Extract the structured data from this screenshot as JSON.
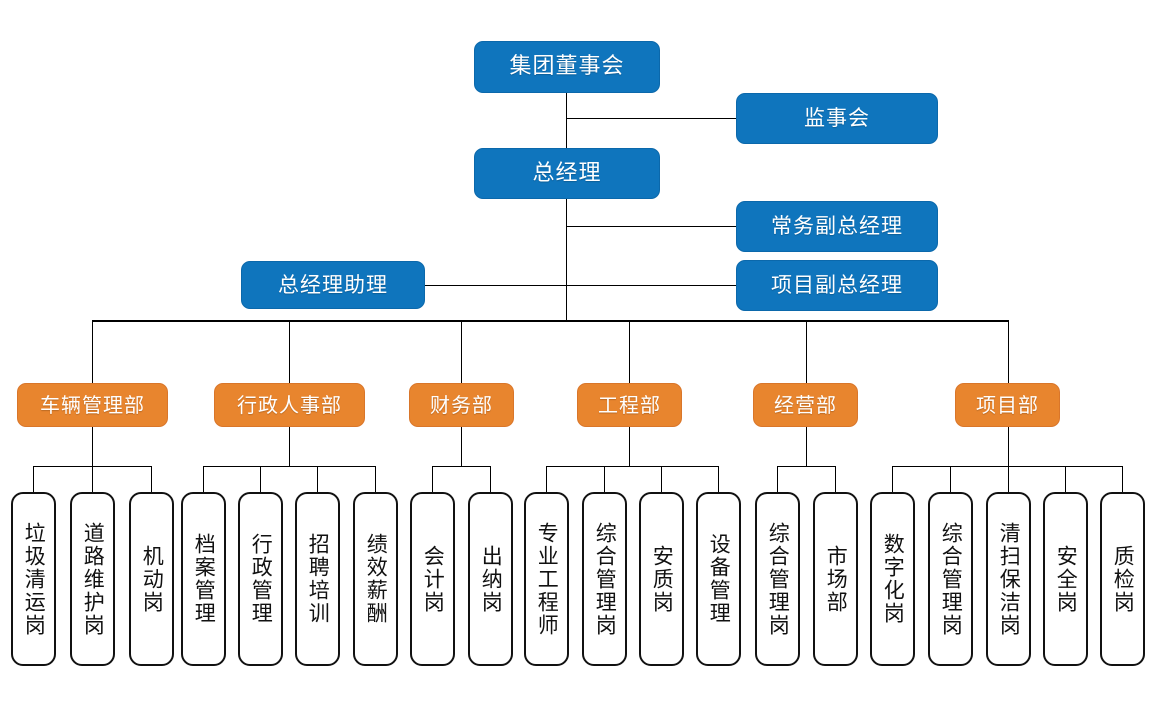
{
  "chart_title": "",
  "colors": {
    "blue": "#0f75bd",
    "orange": "#e8852e",
    "leaf_border": "#111111",
    "connector": "#000000",
    "background": "#ffffff"
  },
  "top_nodes": [
    {
      "id": "board",
      "label": "集团董事会",
      "style": "blue"
    },
    {
      "id": "supervisory",
      "label": "监事会",
      "style": "blue"
    },
    {
      "id": "general-manager",
      "label": "总经理",
      "style": "blue"
    },
    {
      "id": "exec-deputy-gm",
      "label": "常务副总经理",
      "style": "blue"
    },
    {
      "id": "gm-assistant",
      "label": "总经理助理",
      "style": "blue"
    },
    {
      "id": "project-deputy-gm",
      "label": "项目副总经理",
      "style": "blue"
    }
  ],
  "departments": [
    {
      "id": "vehicle-management",
      "label": "车辆管理部",
      "positions": [
        "垃圾清运岗",
        "道路维护岗",
        "机动岗"
      ]
    },
    {
      "id": "admin-hr",
      "label": "行政人事部",
      "positions": [
        "档案管理",
        "行政管理",
        "招聘培训",
        "绩效薪酬"
      ]
    },
    {
      "id": "finance",
      "label": "财务部",
      "positions": [
        "会计岗",
        "出纳岗"
      ]
    },
    {
      "id": "engineering",
      "label": "工程部",
      "positions": [
        "专业工程师",
        "综合管理岗",
        "安质岗",
        "设备管理"
      ]
    },
    {
      "id": "operations",
      "label": "经营部",
      "positions": [
        "综合管理岗",
        "市场部"
      ]
    },
    {
      "id": "project",
      "label": "项目部",
      "positions": [
        "数字化岗",
        "综合管理岗",
        "清扫保洁岗",
        "安全岗",
        "质检岗"
      ]
    }
  ],
  "chart_data": {
    "type": "diagram",
    "diagram_kind": "organizational-chart",
    "orientation": "top-down",
    "levels": 4,
    "total_nodes": 26,
    "hierarchy": {
      "name": "集团董事会",
      "children": [
        {
          "name": "监事会",
          "relation": "staff-right"
        },
        {
          "name": "总经理",
          "children": [
            {
              "name": "常务副总经理",
              "relation": "staff-right"
            },
            {
              "name": "项目副总经理",
              "relation": "staff-right"
            },
            {
              "name": "总经理助理",
              "relation": "staff-left"
            },
            {
              "name": "车辆管理部",
              "children": [
                "垃圾清运岗",
                "道路维护岗",
                "机动岗"
              ]
            },
            {
              "name": "行政人事部",
              "children": [
                "档案管理",
                "行政管理",
                "招聘培训",
                "绩效薪酬"
              ]
            },
            {
              "name": "财务部",
              "children": [
                "会计岗",
                "出纳岗"
              ]
            },
            {
              "name": "工程部",
              "children": [
                "专业工程师",
                "综合管理岗",
                "安质岗",
                "设备管理"
              ]
            },
            {
              "name": "经营部",
              "children": [
                "综合管理岗",
                "市场部"
              ]
            },
            {
              "name": "项目部",
              "children": [
                "数字化岗",
                "综合管理岗",
                "清扫保洁岗",
                "安全岗",
                "质检岗"
              ]
            }
          ]
        }
      ]
    }
  }
}
